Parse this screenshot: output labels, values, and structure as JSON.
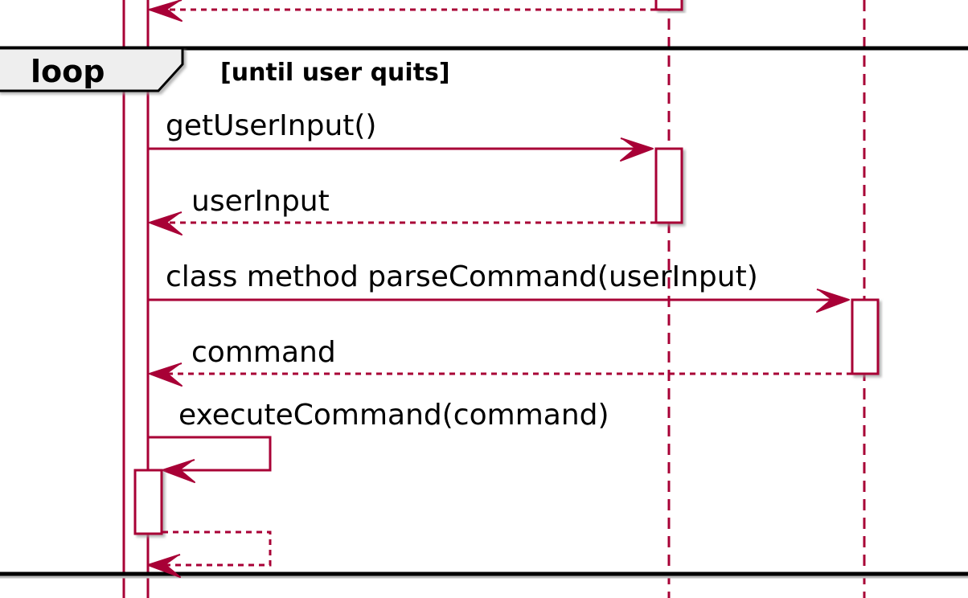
{
  "colors": {
    "line": "#A80036",
    "frame": "#000000",
    "tab_fill": "#EEEEEE",
    "activation_fill": "#FFFFFF",
    "shadow": "#BBBBBB"
  },
  "loop": {
    "label": "loop",
    "guard": "[until user quits]"
  },
  "messages": {
    "get_user_input": "getUserInput()",
    "user_input": "userInput",
    "parse_command": "class method parseCommand(userInput)",
    "command": "command",
    "execute_command": "executeCommand(command)"
  }
}
